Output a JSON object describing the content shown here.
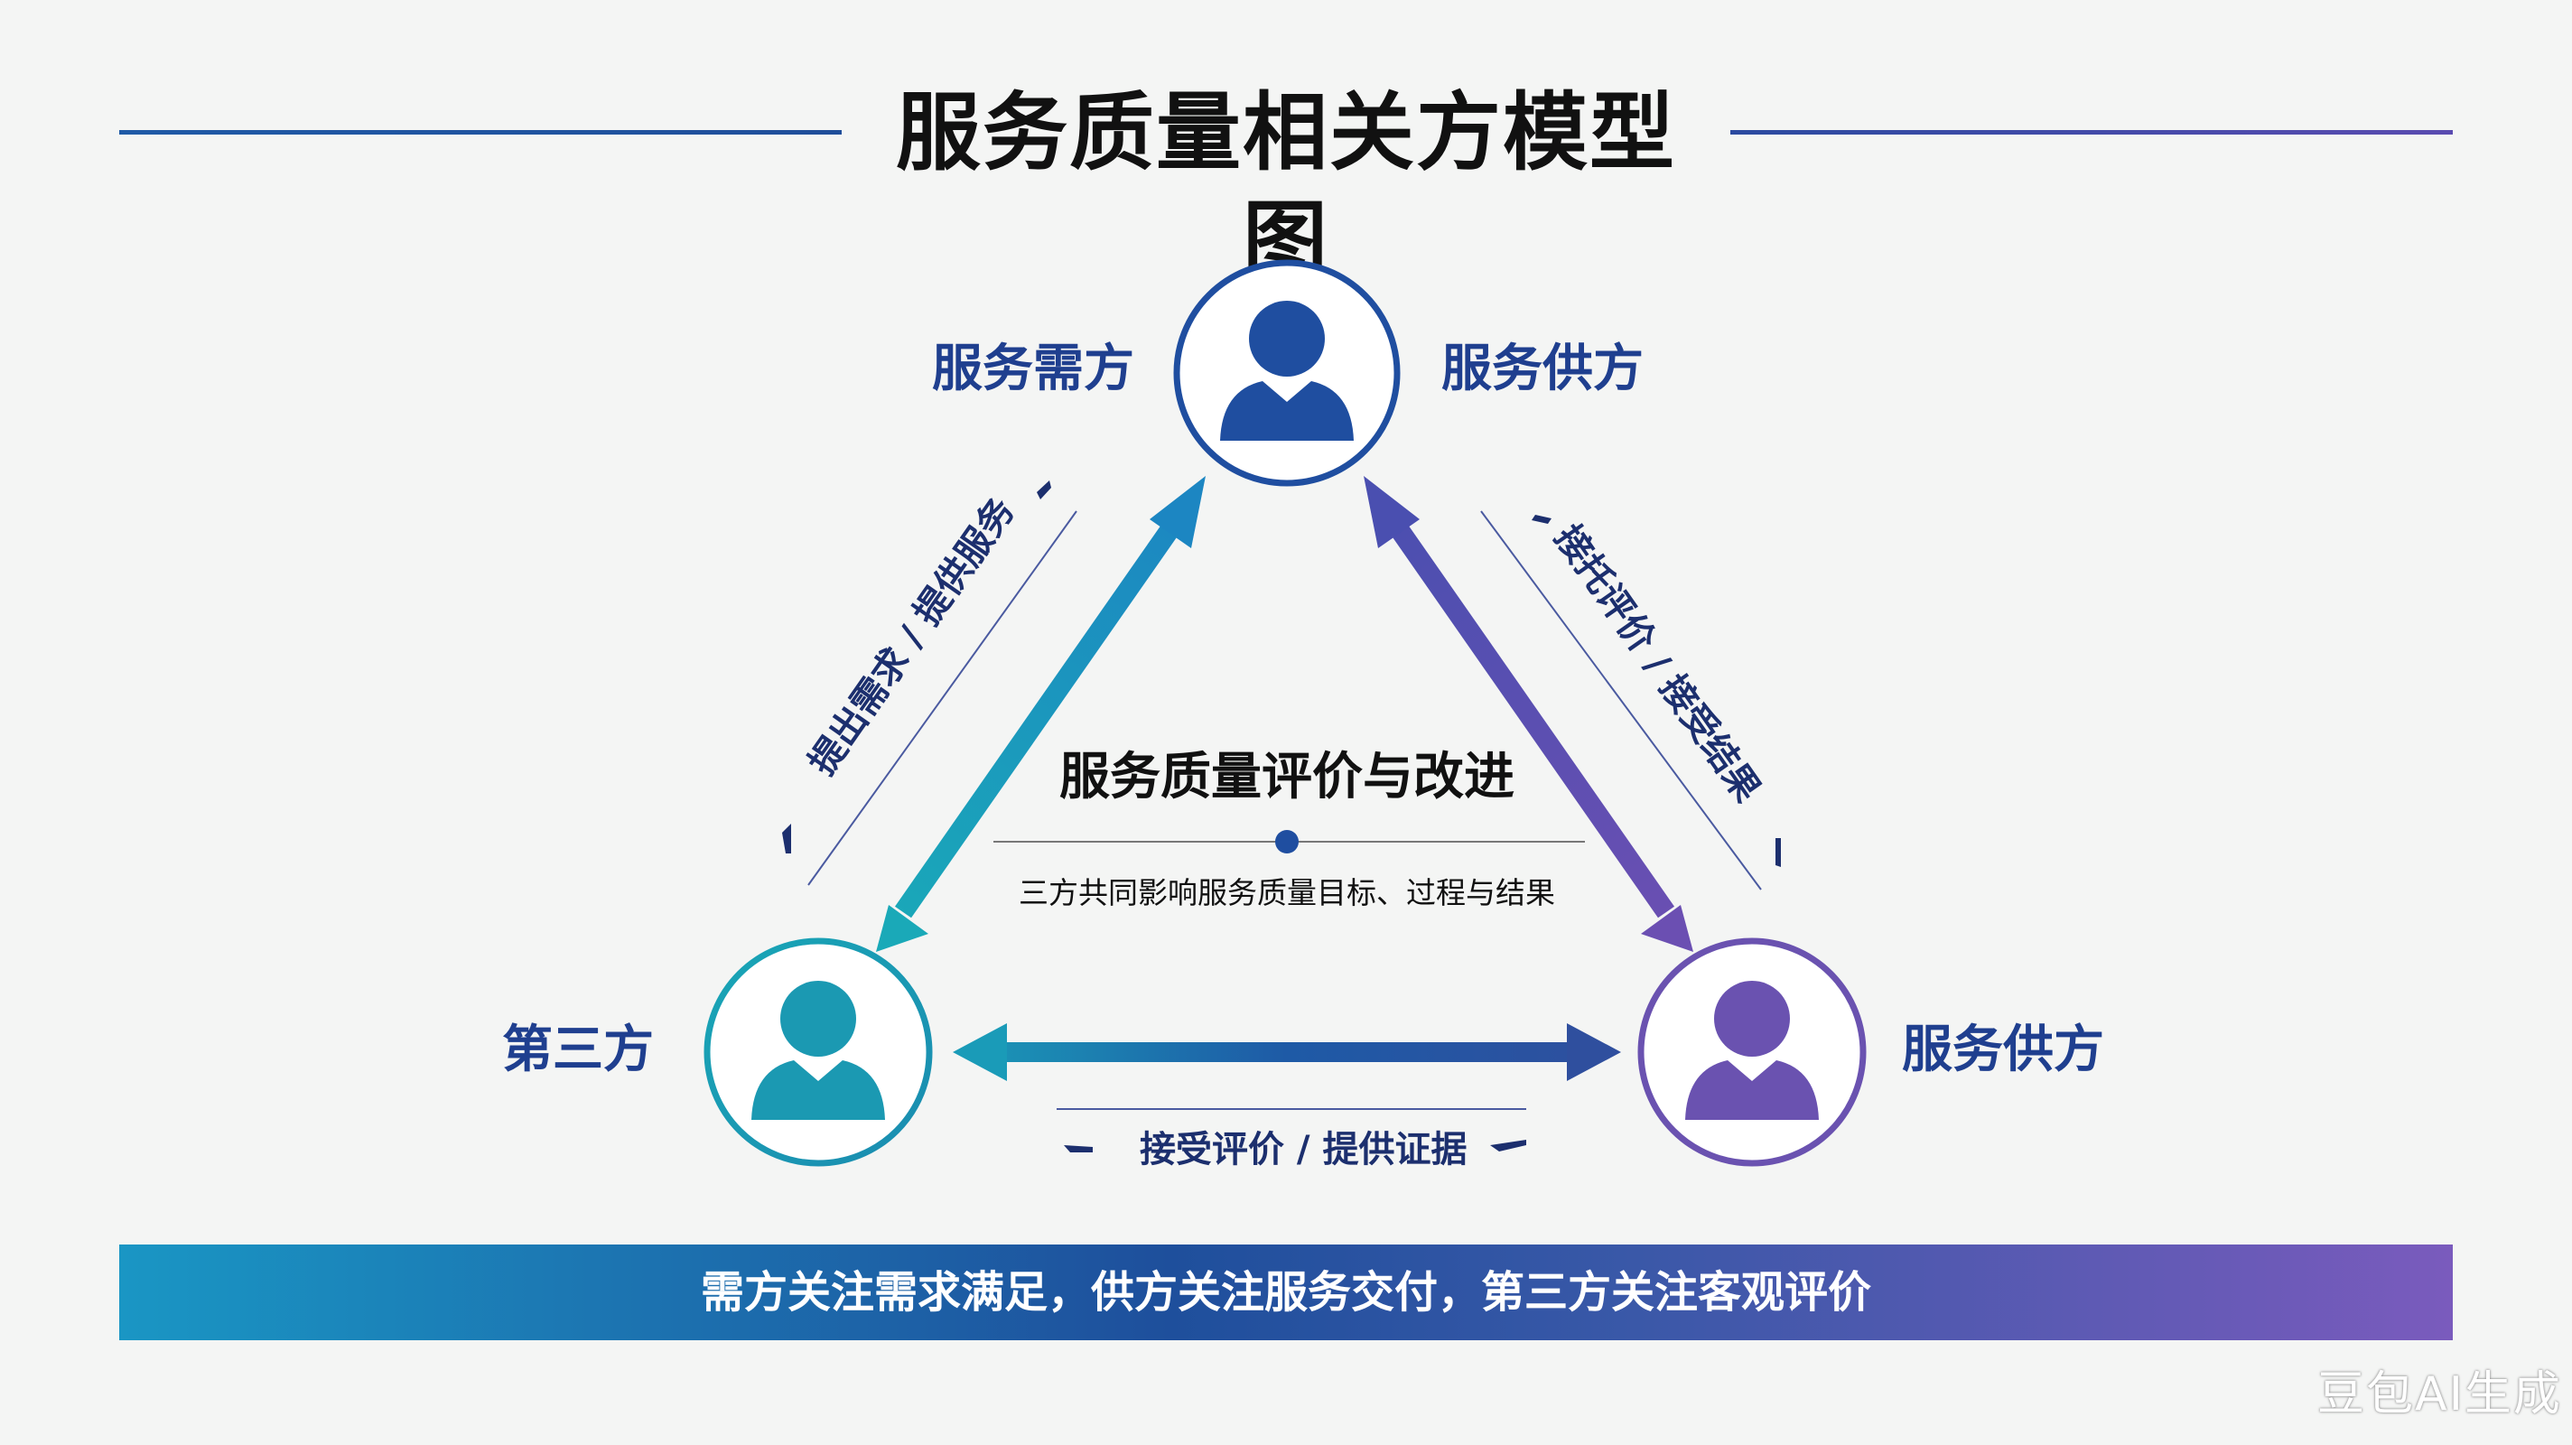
{
  "title": "服务质量相关方模型图",
  "nodes": {
    "top": {
      "left_label": "服务需方",
      "right_label": "服务供方",
      "color": "#1f4ea0"
    },
    "left": {
      "label": "第三方",
      "color": "#1a9bb0"
    },
    "right": {
      "label": "服务供方",
      "color": "#6a52b0"
    }
  },
  "edges": {
    "left": "提出需求 / 提供服务",
    "right": "接托评价 / 接受结果",
    "bottom": "接受评价 / 提供证据"
  },
  "center": {
    "title": "服务质量评价与改进",
    "subtitle": "三方共同影响服务质量目标、过程与结果"
  },
  "bottom_banner": "需方关注需求满足，供方关注服务交付，第三方关注客观评价",
  "watermark": "豆包AI生成",
  "colors": {
    "blue": "#1f4ea0",
    "teal": "#1a9bb0",
    "purple": "#6a52b0",
    "dark_text": "#1c2f6e"
  }
}
